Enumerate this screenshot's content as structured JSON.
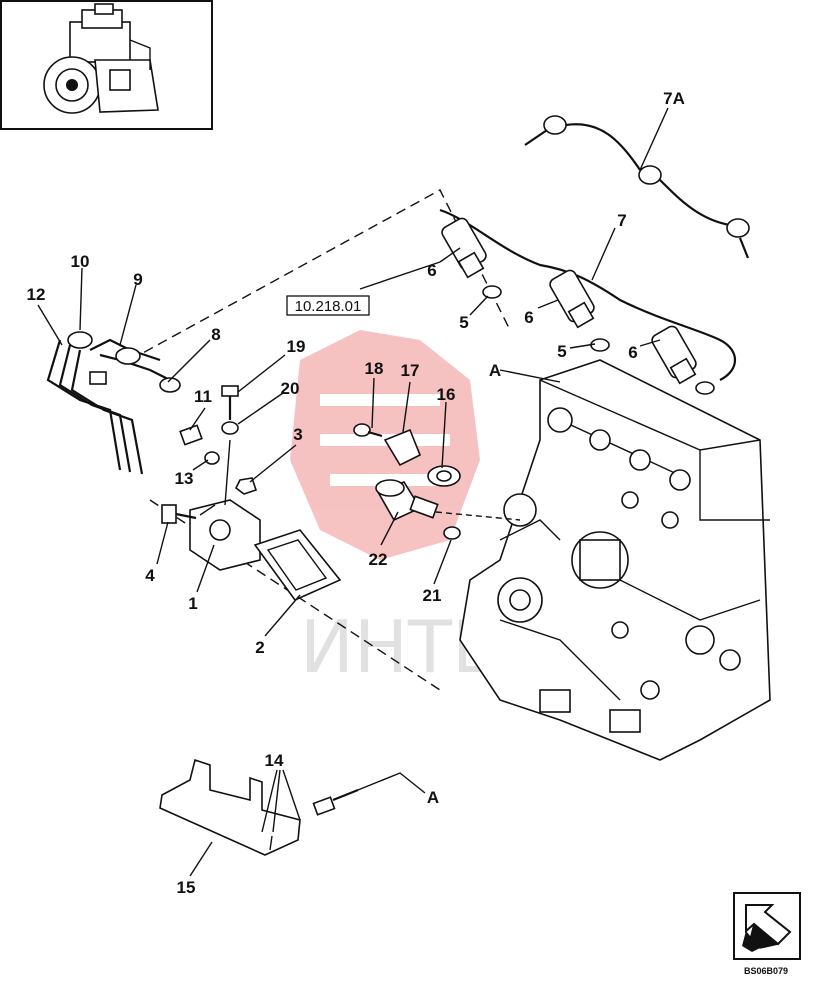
{
  "diagram": {
    "reference": "10.218.01",
    "drawing_code": "BS06B079",
    "watermark_text": "ИНТЕ",
    "colors": {
      "ink": "#111111",
      "watermark_red": "#e85050",
      "watermark_grey": "#c9c9c9"
    },
    "callouts": {
      "c1": "1",
      "c2": "2",
      "c3": "3",
      "c4": "4",
      "c5a": "5",
      "c5b": "5",
      "c6a": "6",
      "c6b": "6",
      "c6c": "6",
      "c7": "7",
      "c7a": "7A",
      "c8": "8",
      "c9": "9",
      "c10": "10",
      "c11": "11",
      "c12": "12",
      "c13": "13",
      "c14": "14",
      "c15": "15",
      "c16": "16",
      "c17": "17",
      "c18": "18",
      "c19": "19",
      "c20": "20",
      "c21": "21",
      "c22": "22",
      "ca1": "A",
      "ca2": "A"
    },
    "icons": [
      "thumbnail-image",
      "navigation-arrow-icon",
      "corner-badge-icon"
    ]
  }
}
